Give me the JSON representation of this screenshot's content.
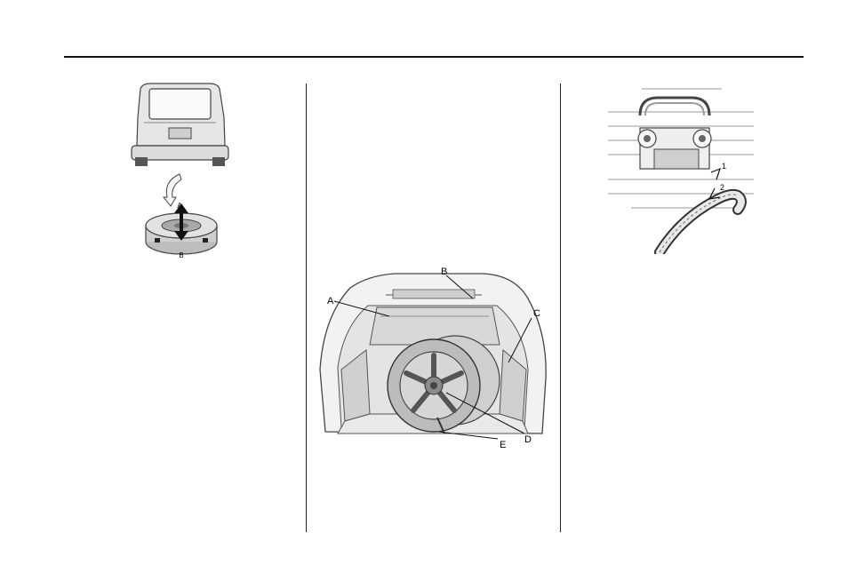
{
  "figure_vehicle": {
    "callouts": [
      "A",
      "B"
    ]
  },
  "figure_cargo": {
    "callouts": [
      "A",
      "B",
      "C",
      "D",
      "E"
    ]
  },
  "figure_hook": {
    "callouts": [
      "1",
      "2"
    ]
  }
}
